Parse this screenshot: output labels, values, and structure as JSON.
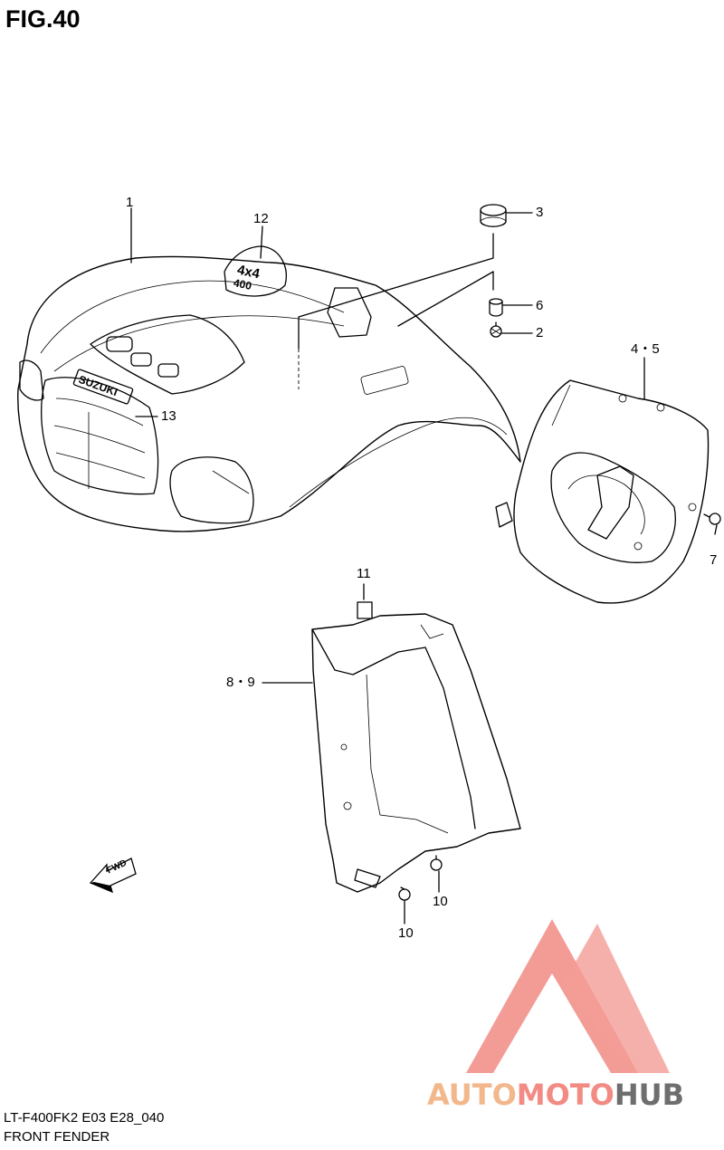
{
  "figure": {
    "title": "FIG.40"
  },
  "callouts": {
    "c1": "1",
    "c12": "12",
    "c3": "3",
    "c6": "6",
    "c2": "2",
    "c45": "4・5",
    "c13": "13",
    "c7": "7",
    "c11": "11",
    "c89": "8・9",
    "c10a": "10",
    "c10b": "10"
  },
  "decals": {
    "brand": "SUZUKI",
    "badge_top": "4x4",
    "badge_bottom": "400",
    "fwd": "FWD"
  },
  "footer": {
    "model_code": "LT-F400FK2 E03 E28_040",
    "caption": "FRONT FENDER"
  },
  "watermark": {
    "part1": "AUTO",
    "part2": "MOTO",
    "part3": "HUB",
    "colors": {
      "auto": "#f2b88c",
      "moto": "#f28b84",
      "hub": "#6e6e6e",
      "logo": "#f27b74"
    }
  }
}
